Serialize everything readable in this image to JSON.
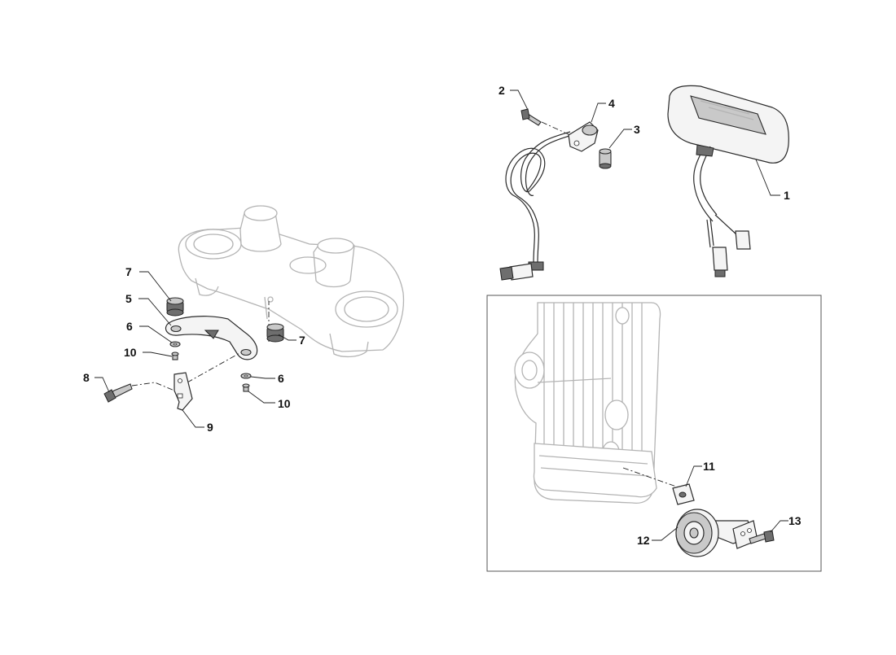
{
  "diagram": {
    "callouts": {
      "c1": "1",
      "c2": "2",
      "c3": "3",
      "c4": "4",
      "c5": "5",
      "c6a": "6",
      "c6b": "6",
      "c7a": "7",
      "c7b": "7",
      "c8": "8",
      "c9": "9",
      "c10a": "10",
      "c10b": "10",
      "c11": "11",
      "c12": "12",
      "c13": "13"
    }
  }
}
